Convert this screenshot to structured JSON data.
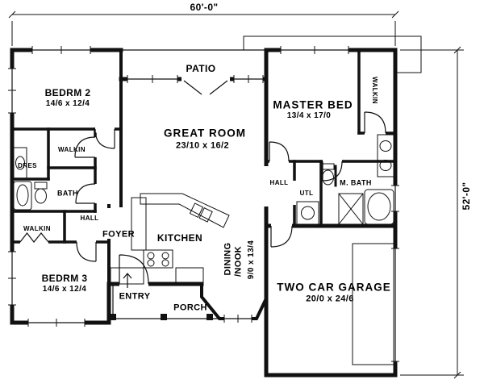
{
  "plan": {
    "dim_width": "60'-0\"",
    "dim_height": "52'-0\"",
    "rooms": {
      "bedrm2": {
        "name": "BEDRM 2",
        "size": "14/6 x 12/4"
      },
      "patio": {
        "name": "PATIO"
      },
      "master_bed": {
        "name": "MASTER BED",
        "size": "13/4 x 17/0"
      },
      "master_walkin": {
        "name": "WALKIN"
      },
      "great_room": {
        "name": "GREAT ROOM",
        "size": "23/10 x 16/2"
      },
      "walkin1": {
        "name": "WALKIN"
      },
      "dres": {
        "name": "DRES"
      },
      "bath": {
        "name": "BATH"
      },
      "hall1": {
        "name": "HALL"
      },
      "walkin3": {
        "name": "WALKIN"
      },
      "hall2": {
        "name": "HALL"
      },
      "utl": {
        "name": "UTL"
      },
      "master_bath": {
        "name": "M. BATH"
      },
      "foyer": {
        "name": "FOYER"
      },
      "kitchen": {
        "name": "KITCHEN"
      },
      "dining": {
        "name": "DINING",
        "name2": "/NOOK",
        "size": "9/0 x 13/4"
      },
      "bedrm3": {
        "name": "BEDRM 3",
        "size": "14/6 x 12/4"
      },
      "entry": {
        "name": "ENTRY"
      },
      "porch": {
        "name": "PORCH"
      },
      "garage": {
        "name": "TWO CAR GARAGE",
        "size": "20/0 x 24/6"
      }
    }
  }
}
